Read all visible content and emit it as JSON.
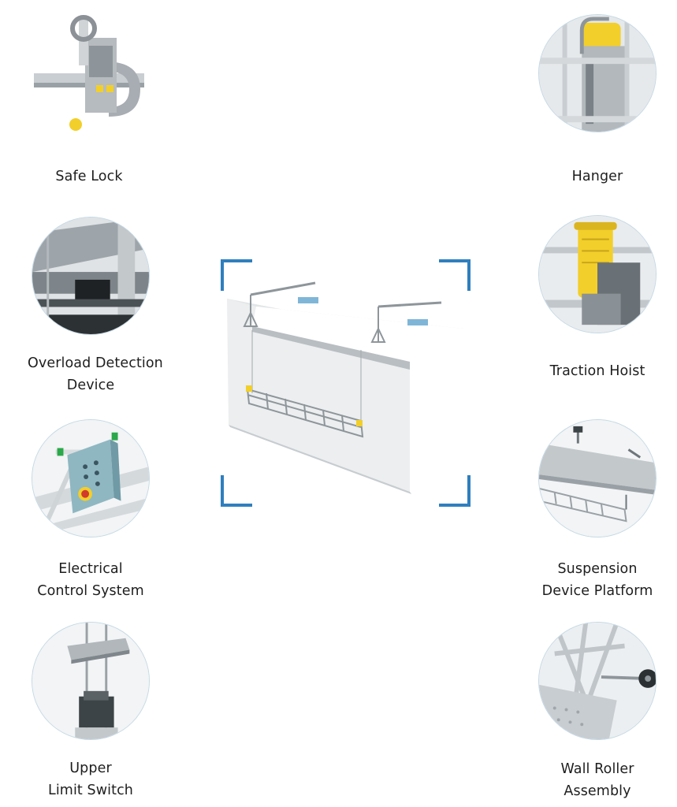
{
  "parts": {
    "safe_lock": {
      "title": "Safe Lock",
      "icon": "safe-lock-icon"
    },
    "hanger": {
      "title": "Hanger",
      "icon": "hanger-icon"
    },
    "overload": {
      "line1": "Overload Detection",
      "line2": "Device",
      "icon": "overload-detection-icon"
    },
    "traction": {
      "title": "Traction Hoist",
      "icon": "traction-hoist-icon"
    },
    "electrical": {
      "line1": "Electrical",
      "line2": "Control System",
      "icon": "control-box-icon"
    },
    "suspension": {
      "line1": "Suspension",
      "line2": "Device Platform",
      "icon": "suspension-platform-icon"
    },
    "upper_limit": {
      "line1": "Upper",
      "line2": "Limit Switch",
      "icon": "limit-switch-icon"
    },
    "wall_roller": {
      "line1": "Wall Roller",
      "line2": "Assembly",
      "icon": "wall-roller-icon"
    }
  },
  "colors": {
    "frame": "#2f7fbe",
    "circle_border": "#c5d9e6",
    "yellow": "#f2cf2a",
    "steel": "#b9bfc4"
  }
}
